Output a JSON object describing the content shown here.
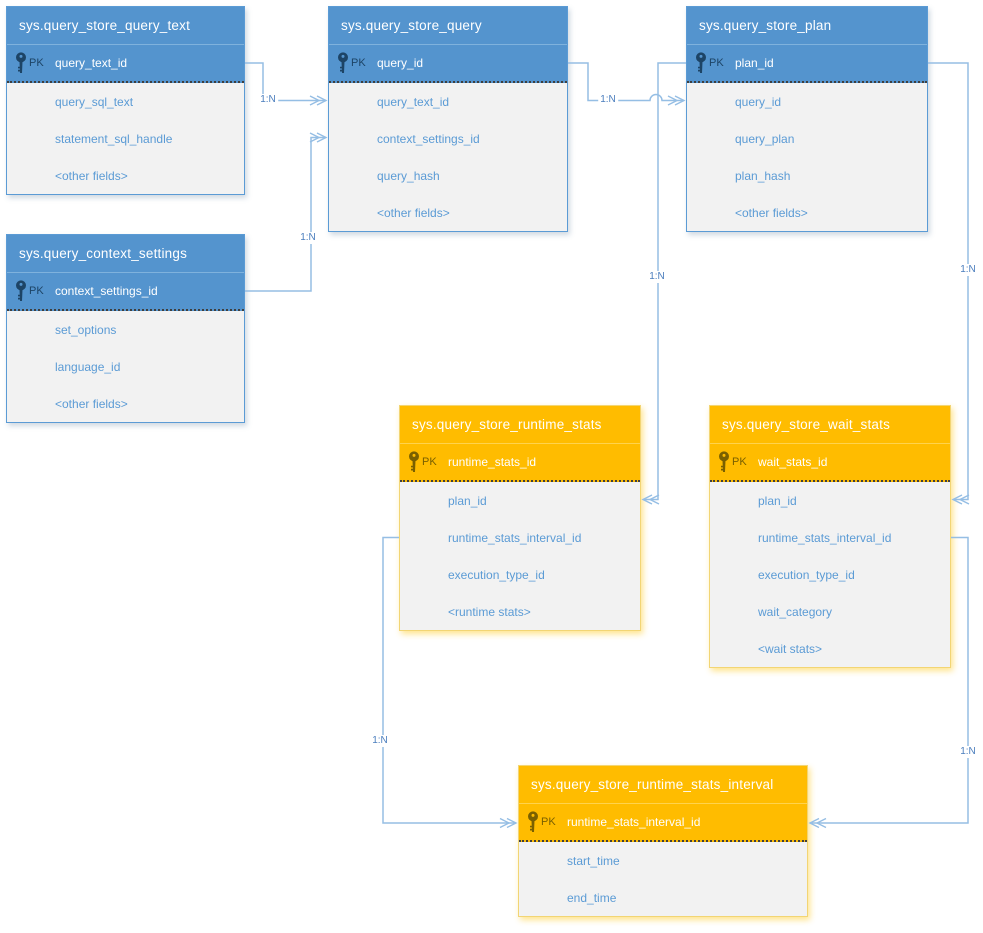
{
  "diagram_colors": {
    "blue_header": "#5494CE",
    "orange_header": "#FFBC00",
    "body_background": "#F2F2F2",
    "field_text": "#5B9BD5",
    "connector_line": "#95BEE4"
  },
  "tables": [
    {
      "title": "sys.query_store_query_text",
      "theme": "blue",
      "pk_badge": "PK",
      "pk_field": "query_text_id",
      "fields": [
        "query_sql_text",
        "statement_sql_handle",
        "<other fields>"
      ]
    },
    {
      "title": "sys.query_store_query",
      "theme": "blue",
      "pk_badge": "PK",
      "pk_field": "query_id",
      "fields": [
        "query_text_id",
        "context_settings_id",
        "query_hash",
        "<other fields>"
      ]
    },
    {
      "title": "sys.query_store_plan",
      "theme": "blue",
      "pk_badge": "PK",
      "pk_field": "plan_id",
      "fields": [
        "query_id",
        "query_plan",
        "plan_hash",
        "<other fields>"
      ]
    },
    {
      "title": "sys.query_context_settings",
      "theme": "blue",
      "pk_badge": "PK",
      "pk_field": "context_settings_id",
      "fields": [
        "set_options",
        "language_id",
        "<other fields>"
      ]
    },
    {
      "title": "sys.query_store_runtime_stats",
      "theme": "orange",
      "pk_badge": "PK",
      "pk_field": "runtime_stats_id",
      "fields": [
        "plan_id",
        "runtime_stats_interval_id",
        "execution_type_id",
        "<runtime stats>"
      ]
    },
    {
      "title": "sys.query_store_wait_stats",
      "theme": "orange",
      "pk_badge": "PK",
      "pk_field": "wait_stats_id",
      "fields": [
        "plan_id",
        "runtime_stats_interval_id",
        "execution_type_id",
        "wait_category",
        "<wait stats>"
      ]
    },
    {
      "title": "sys.query_store_runtime_stats_interval",
      "theme": "orange",
      "pk_badge": "PK",
      "pk_field": "runtime_stats_interval_id",
      "fields": [
        "start_time",
        "end_time"
      ]
    }
  ],
  "connectors": [
    {
      "label": "1:N",
      "from": "query_store_query_text.query_text_id",
      "to": "query_store_query.query_text_id"
    },
    {
      "label": "1:N",
      "from": "query_context_settings.context_settings_id",
      "to": "query_store_query.context_settings_id"
    },
    {
      "label": "1:N",
      "from": "query_store_query.query_id",
      "to": "query_store_plan.query_id"
    },
    {
      "label": "1:N",
      "from": "query_store_plan.plan_id",
      "to": "query_store_runtime_stats.plan_id"
    },
    {
      "label": "1:N",
      "from": "query_store_plan.plan_id",
      "to": "query_store_wait_stats.plan_id"
    },
    {
      "label": "1:N",
      "from": "query_store_runtime_stats_interval.runtime_stats_interval_id",
      "to": "query_store_runtime_stats.runtime_stats_interval_id"
    },
    {
      "label": "1:N",
      "from": "query_store_runtime_stats_interval.runtime_stats_interval_id",
      "to": "query_store_wait_stats.runtime_stats_interval_id"
    }
  ]
}
